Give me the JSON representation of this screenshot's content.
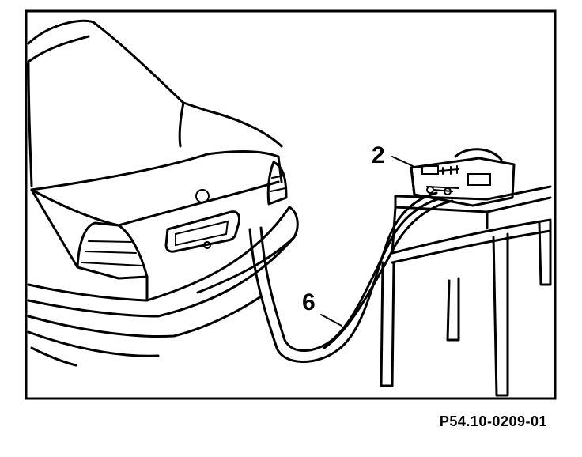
{
  "figure": {
    "callouts": {
      "charger": "2",
      "cable": "6"
    },
    "reference_code": "P54.10-0209-01"
  }
}
